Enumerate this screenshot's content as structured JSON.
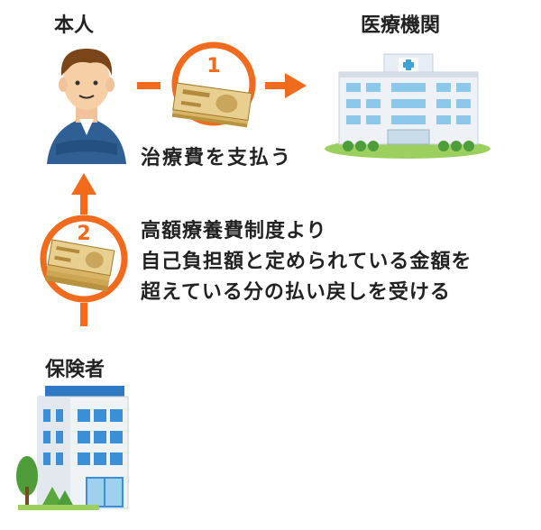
{
  "nodes": {
    "person": "本人",
    "hospital": "医療機関",
    "insurer": "保険者"
  },
  "steps": [
    {
      "number": "1",
      "text": "治療費を支払う"
    },
    {
      "number": "2",
      "lines": [
        "高額療養費制度より",
        "自己負担額と定められている金額を",
        "超えている分の払い戻しを受ける"
      ]
    }
  ],
  "colors": {
    "accent": "#f26a1b",
    "banknote": "#e9cf8f"
  }
}
